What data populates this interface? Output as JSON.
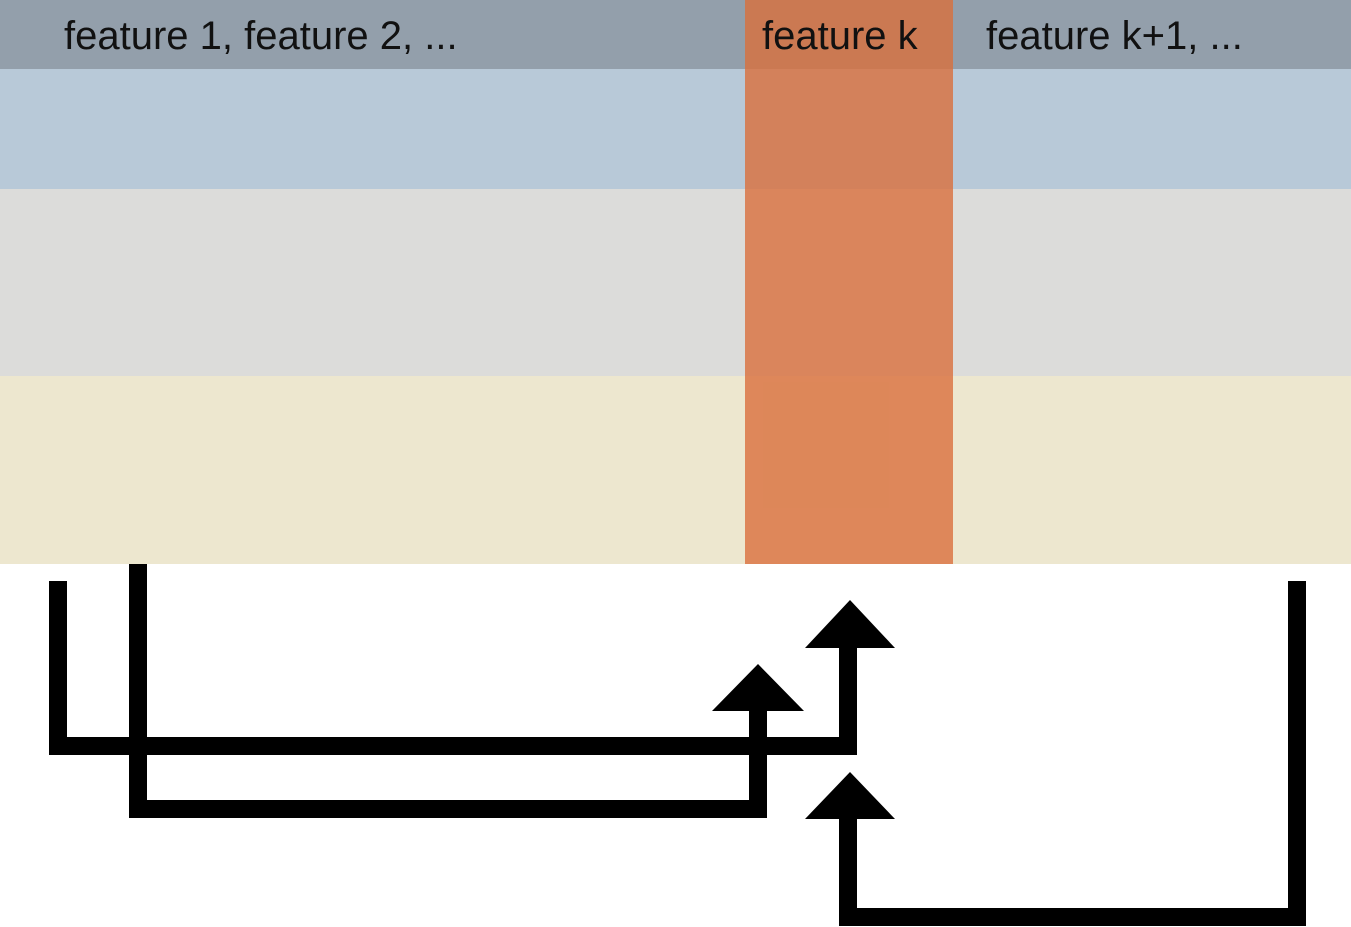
{
  "header": {
    "left_label": "feature 1, feature 2, ...",
    "middle_label": "feature k",
    "right_label": "feature k+1, ..."
  },
  "colors": {
    "header_row": "#939fab",
    "row_1": "#b8c9d8",
    "row_2": "#dcdcda",
    "row_3": "#ede7cf",
    "highlight_column": "#d96f3c",
    "arrow": "#000000",
    "background": "#ffffff"
  },
  "rows": [
    "row-1",
    "row-2",
    "row-3"
  ],
  "arrows": [
    {
      "name": "arrow-from-left-outer-to-feature-k",
      "direction": "up"
    },
    {
      "name": "arrow-from-left-inner-to-feature-k",
      "direction": "up"
    },
    {
      "name": "arrow-from-right-to-feature-k",
      "direction": "up"
    }
  ]
}
